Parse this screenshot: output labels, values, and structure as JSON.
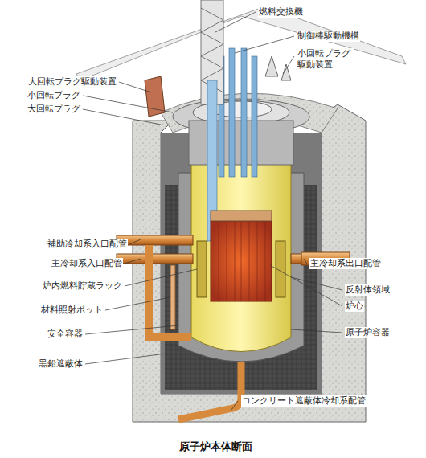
{
  "diagram": {
    "caption": "原子炉本体断面",
    "labels": [
      "燃料交換機",
      "制御棒駆動機構",
      "小回転プラグ 駆動装置",
      "大回転プラグ駆動装置",
      "小回転プラグ",
      "大回転プラグ",
      "補助冷却系入口配管",
      "主冷却系入口配管",
      "炉内燃料貯蔵ラック",
      "材料照射ポット",
      "安全容器",
      "黒鉛遮蔽体",
      "コンクリート遮蔽体冷却系配管",
      "主冷却系出口配管",
      "反射体領域",
      "炉心",
      "原子炉容器"
    ]
  }
}
